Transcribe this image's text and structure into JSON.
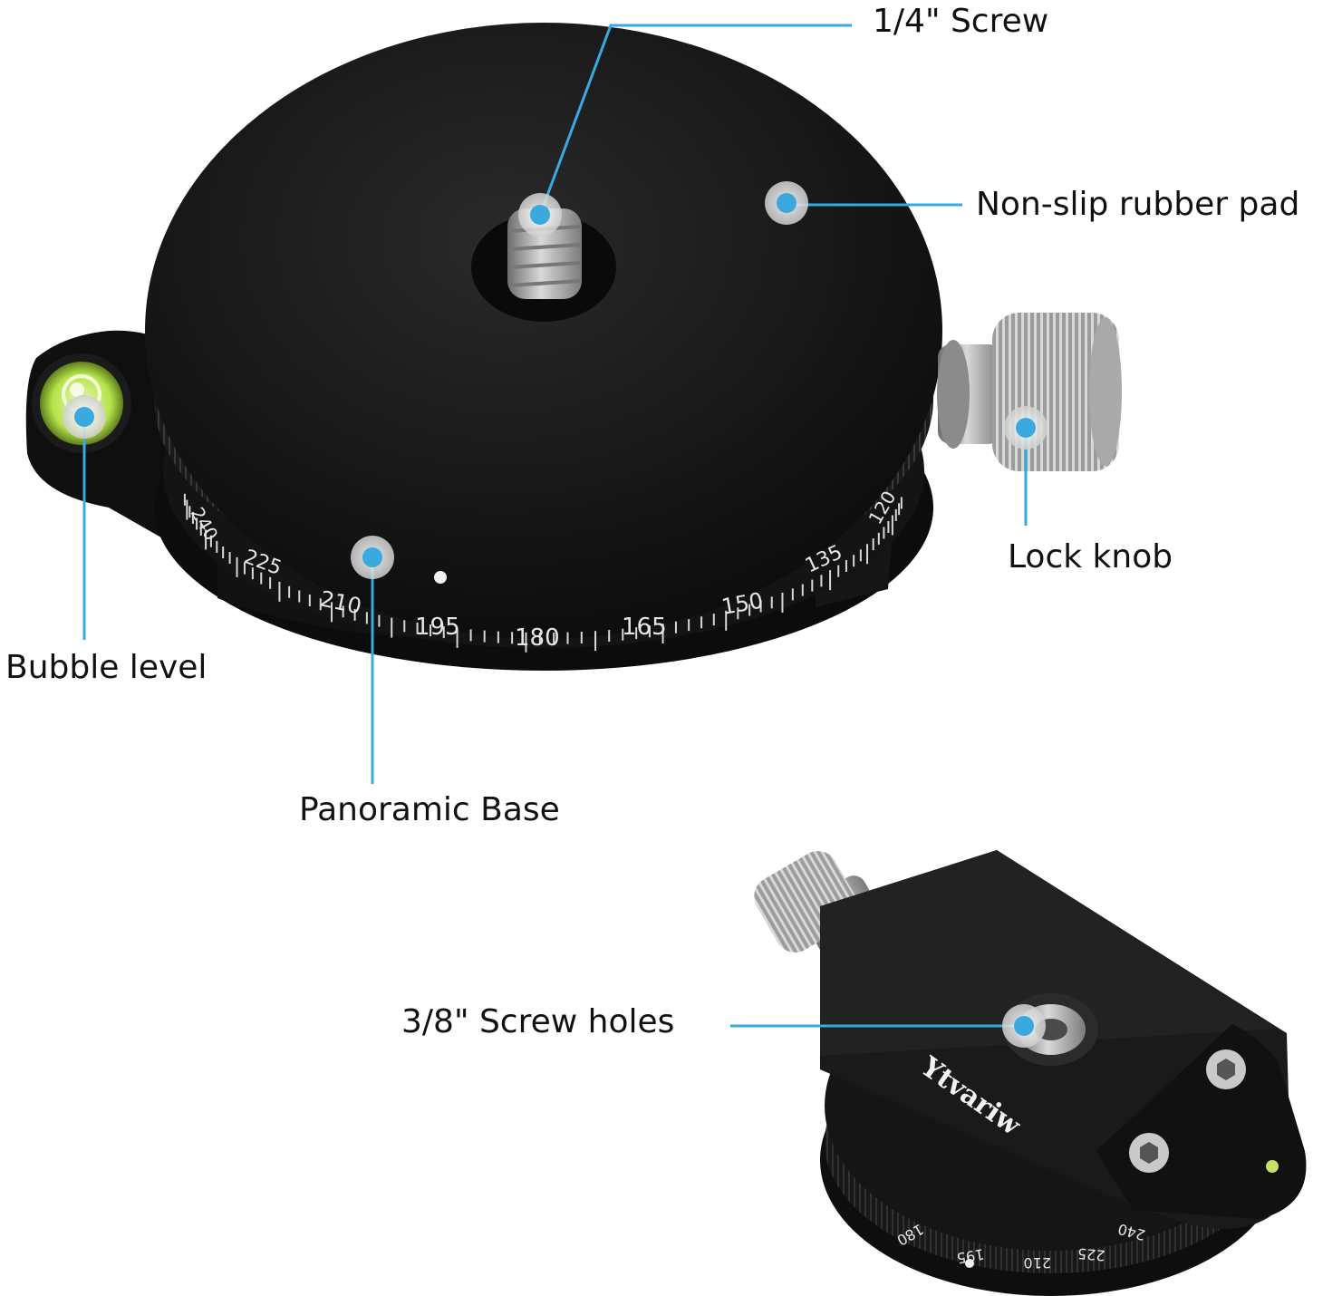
{
  "callouts": {
    "screw_quarter": "1/4\" Screw",
    "rubber_pad": "Non-slip rubber pad",
    "lock_knob": "Lock knob",
    "bubble_level": "Bubble level",
    "panoramic_base": "Panoramic Base",
    "screw_holes": "3/8\" Screw holes"
  },
  "brand": "Ytvariw",
  "scale_main": [
    "240",
    "225",
    "210",
    "195",
    "180",
    "165",
    "150",
    "135",
    "120"
  ],
  "scale_small": [
    "240",
    "225",
    "210",
    "195",
    "180"
  ],
  "colors": {
    "callout_line": "#3aa9df",
    "callout_dot": "#3aa9df",
    "body_black": "#0f0f0f",
    "metal": "#9a9a9a",
    "bubble_green": "#b6e34a"
  },
  "icons": {
    "callout_marker": "circle-dot-icon"
  }
}
